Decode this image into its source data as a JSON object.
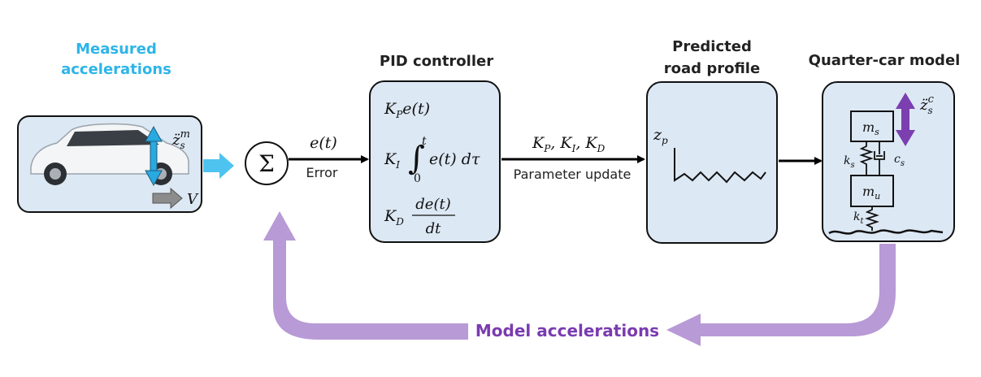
{
  "labels": {
    "measured_line1": "Measured",
    "measured_line2": "accelerations",
    "pid_title": "PID controller",
    "road_line1": "Predicted",
    "road_line2": "road profile",
    "qc_title": "Quarter-car  model",
    "model_acc": "Model accelerations",
    "error": "Error",
    "param_update": "Parameter update"
  },
  "math": {
    "et": "e(t)",
    "kp_term": "K",
    "kp_sub": "P",
    "kp_rest": "e(t)",
    "ki": "K",
    "ki_sub": "I",
    "integral_upper": "t",
    "integral_lower": "0",
    "ki_rest": "e(t) dτ",
    "kd": "K",
    "kd_sub": "D",
    "kd_num": "de(t)",
    "kd_den": "dt",
    "params": "K",
    "p_sub": "P",
    "params_mid": ", K",
    "i_sub": "I",
    "params_end": ", K",
    "d_sub": "D",
    "zp": "z",
    "zp_sub": "p",
    "zs_m": "z̈",
    "zs_m_sub": "s",
    "zs_m_sup": "m",
    "zs_c": "z̈",
    "zs_c_sub": "s",
    "zs_c_sup": "c",
    "v": "V",
    "ms": "m",
    "ms_sub": "s",
    "mu": "m",
    "mu_sub": "u",
    "ks": "k",
    "ks_sub": "s",
    "cs": "c",
    "cs_sub": "s",
    "kt": "k",
    "kt_sub": "t",
    "sigma": "Σ"
  },
  "colors": {
    "box_fill": "#dce8f4",
    "blue_arrow": "#29a9e0",
    "light_blue_arrow": "#4fc3f0",
    "purple_arrow": "#b89ad6",
    "purple_dark": "#7b3fb0",
    "grey_arrow": "#8c8c8c"
  }
}
